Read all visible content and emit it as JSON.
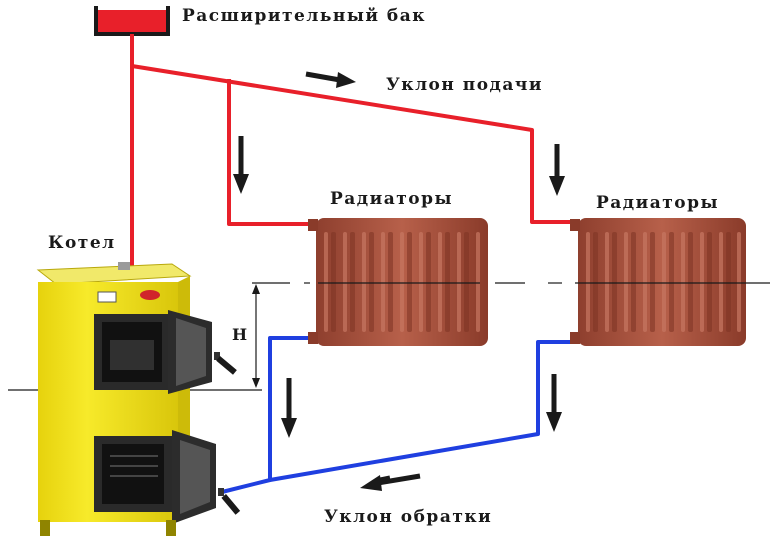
{
  "labels": {
    "expansion_tank": "Расширительный бак",
    "supply_slope": "Уклон подачи",
    "radiators_left": "Радиаторы",
    "radiators_right": "Радиаторы",
    "boiler": "Котел",
    "height_marker": "H",
    "return_slope": "Уклон обратки"
  },
  "colors": {
    "supply_pipe": "#e8202a",
    "return_pipe": "#1f3fe0",
    "radiator": "#a5523f",
    "boiler_body": "#f2e21a",
    "tank": "#e8202a"
  }
}
